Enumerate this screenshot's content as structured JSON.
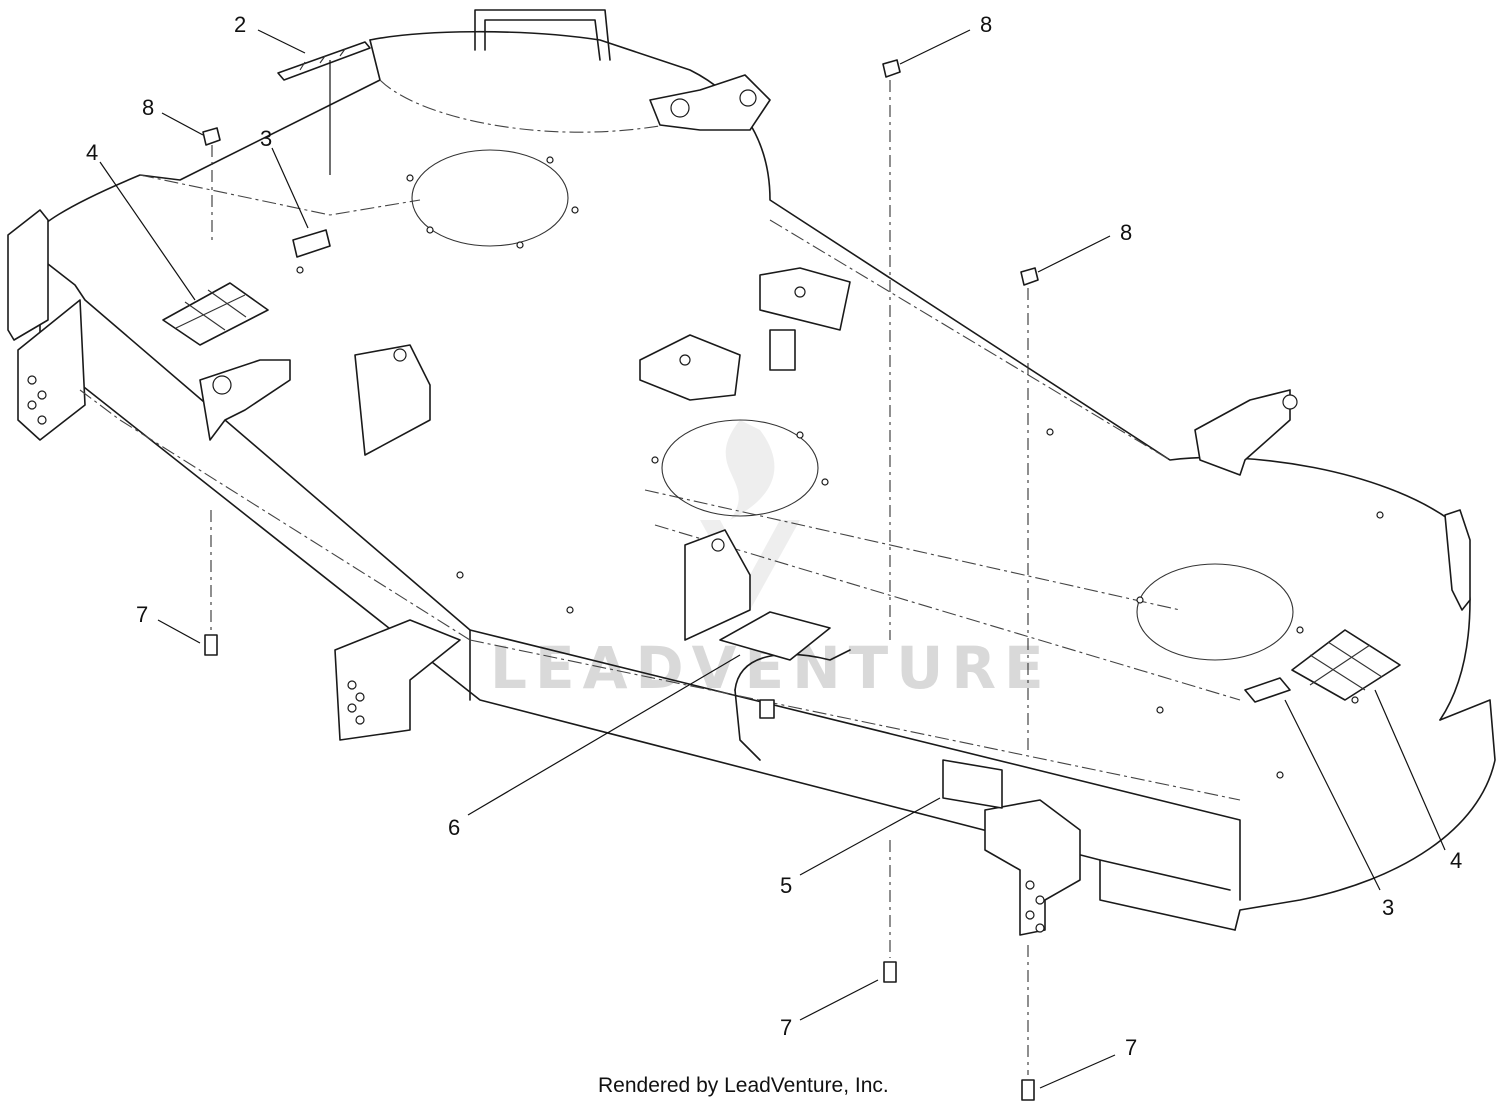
{
  "watermark": {
    "text": "LEADVENTURE"
  },
  "footer": {
    "text": "Rendered by LeadVenture, Inc."
  },
  "callouts": {
    "c2": "2",
    "c3a": "3",
    "c3b": "3",
    "c4a": "4",
    "c4b": "4",
    "c5": "5",
    "c6": "6",
    "c7a": "7",
    "c7b": "7",
    "c7c": "7",
    "c8a": "8",
    "c8b": "8",
    "c8c": "8"
  }
}
